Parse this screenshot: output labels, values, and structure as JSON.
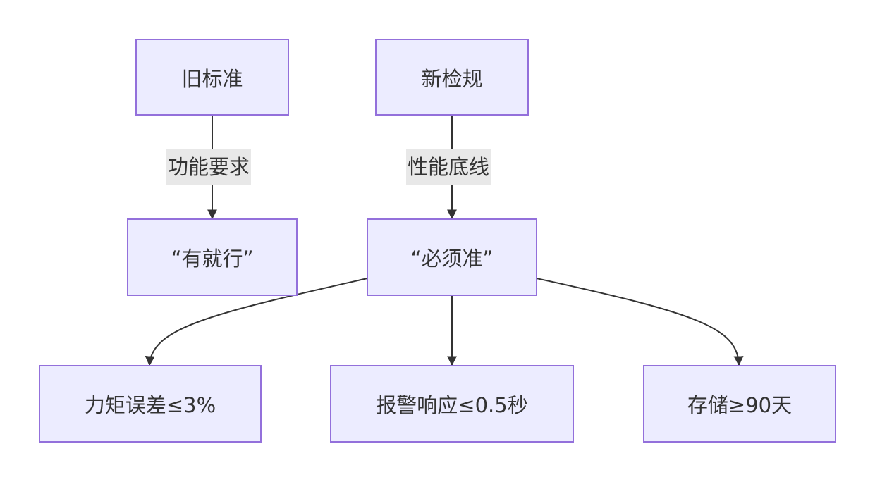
{
  "nodes": {
    "old_standard": "旧标准",
    "new_regulation": "新检规",
    "good_enough": "“有就行”",
    "must_be_accurate": "“必须准”",
    "torque_error": "力矩误差≤3%",
    "alarm_response": "报警响应≤0.5秒",
    "storage": "存储≥90天"
  },
  "edges": {
    "functional_requirement": "功能要求",
    "performance_baseline": "性能底线"
  },
  "colors": {
    "node_fill": "#ececff",
    "node_border": "#9370db",
    "edge": "#333333",
    "label_bg": "#e8e8e8"
  }
}
